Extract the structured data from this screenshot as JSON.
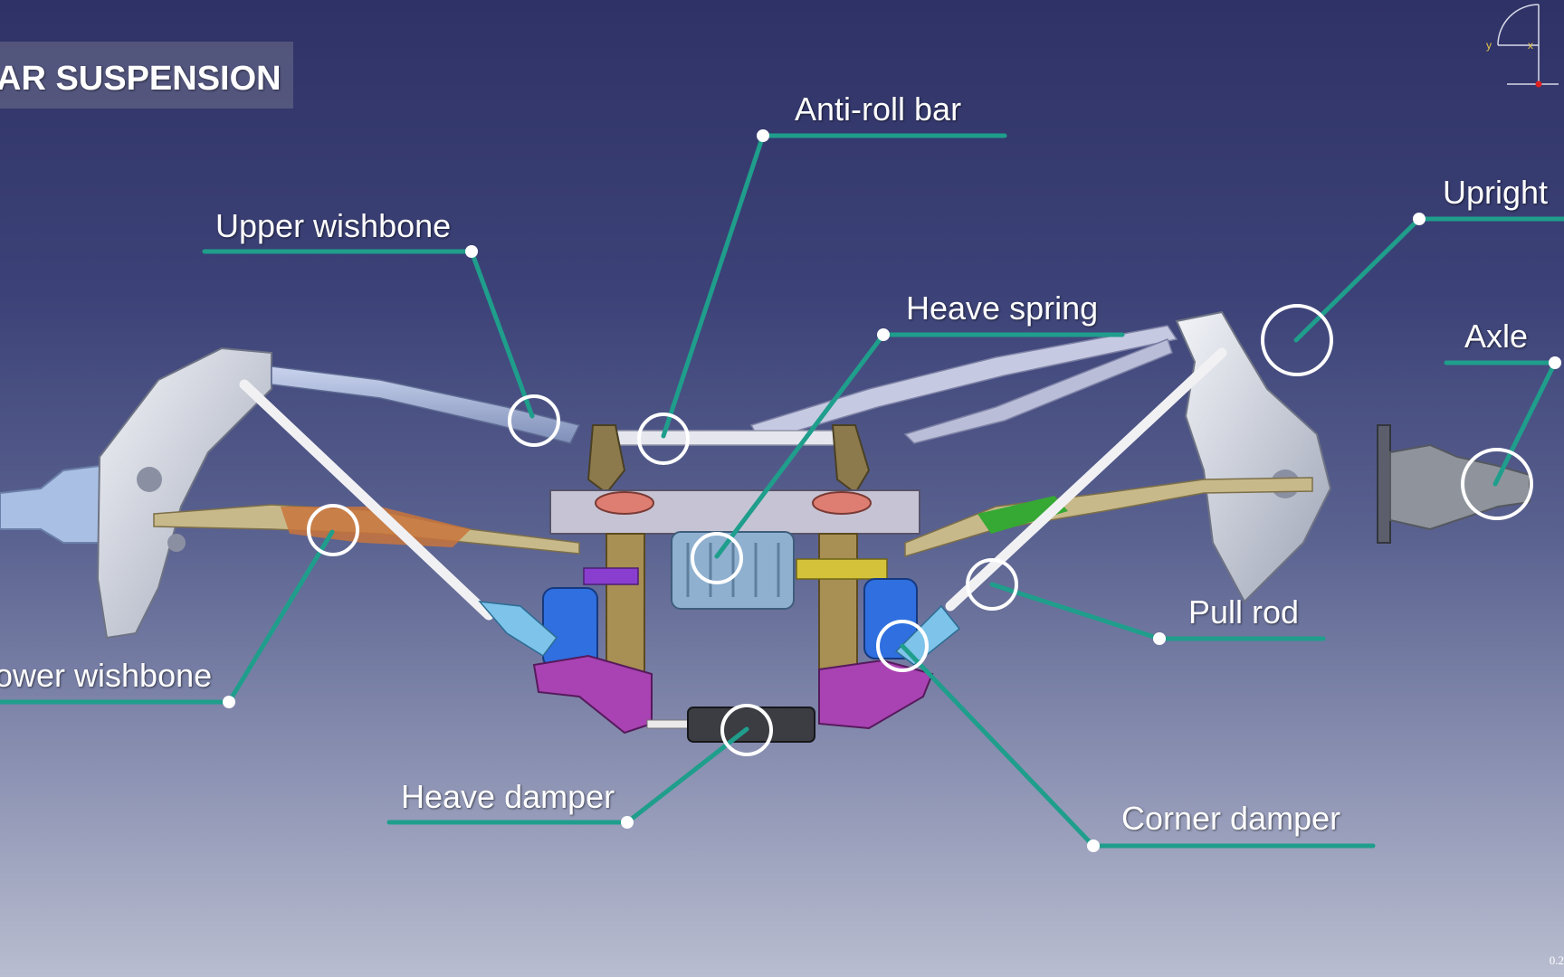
{
  "title": "AR SUSPENSION",
  "labels": {
    "anti_roll_bar": "Anti-roll bar",
    "upper_wishbone": "Upper wishbone",
    "upright": "Upright",
    "heave_spring": "Heave spring",
    "axle": "Axle",
    "lower_wishbone": "ower wishbone",
    "pull_rod": "Pull rod",
    "heave_damper": "Heave damper",
    "corner_damper": "Corner damper"
  },
  "compass": {
    "y_axis": "y",
    "x_axis": "x"
  },
  "scale_fragment": "0.2",
  "colors": {
    "leader_line": "#1f9e8c",
    "callout_circle": "#ffffff",
    "label_text": "#ffffff"
  }
}
